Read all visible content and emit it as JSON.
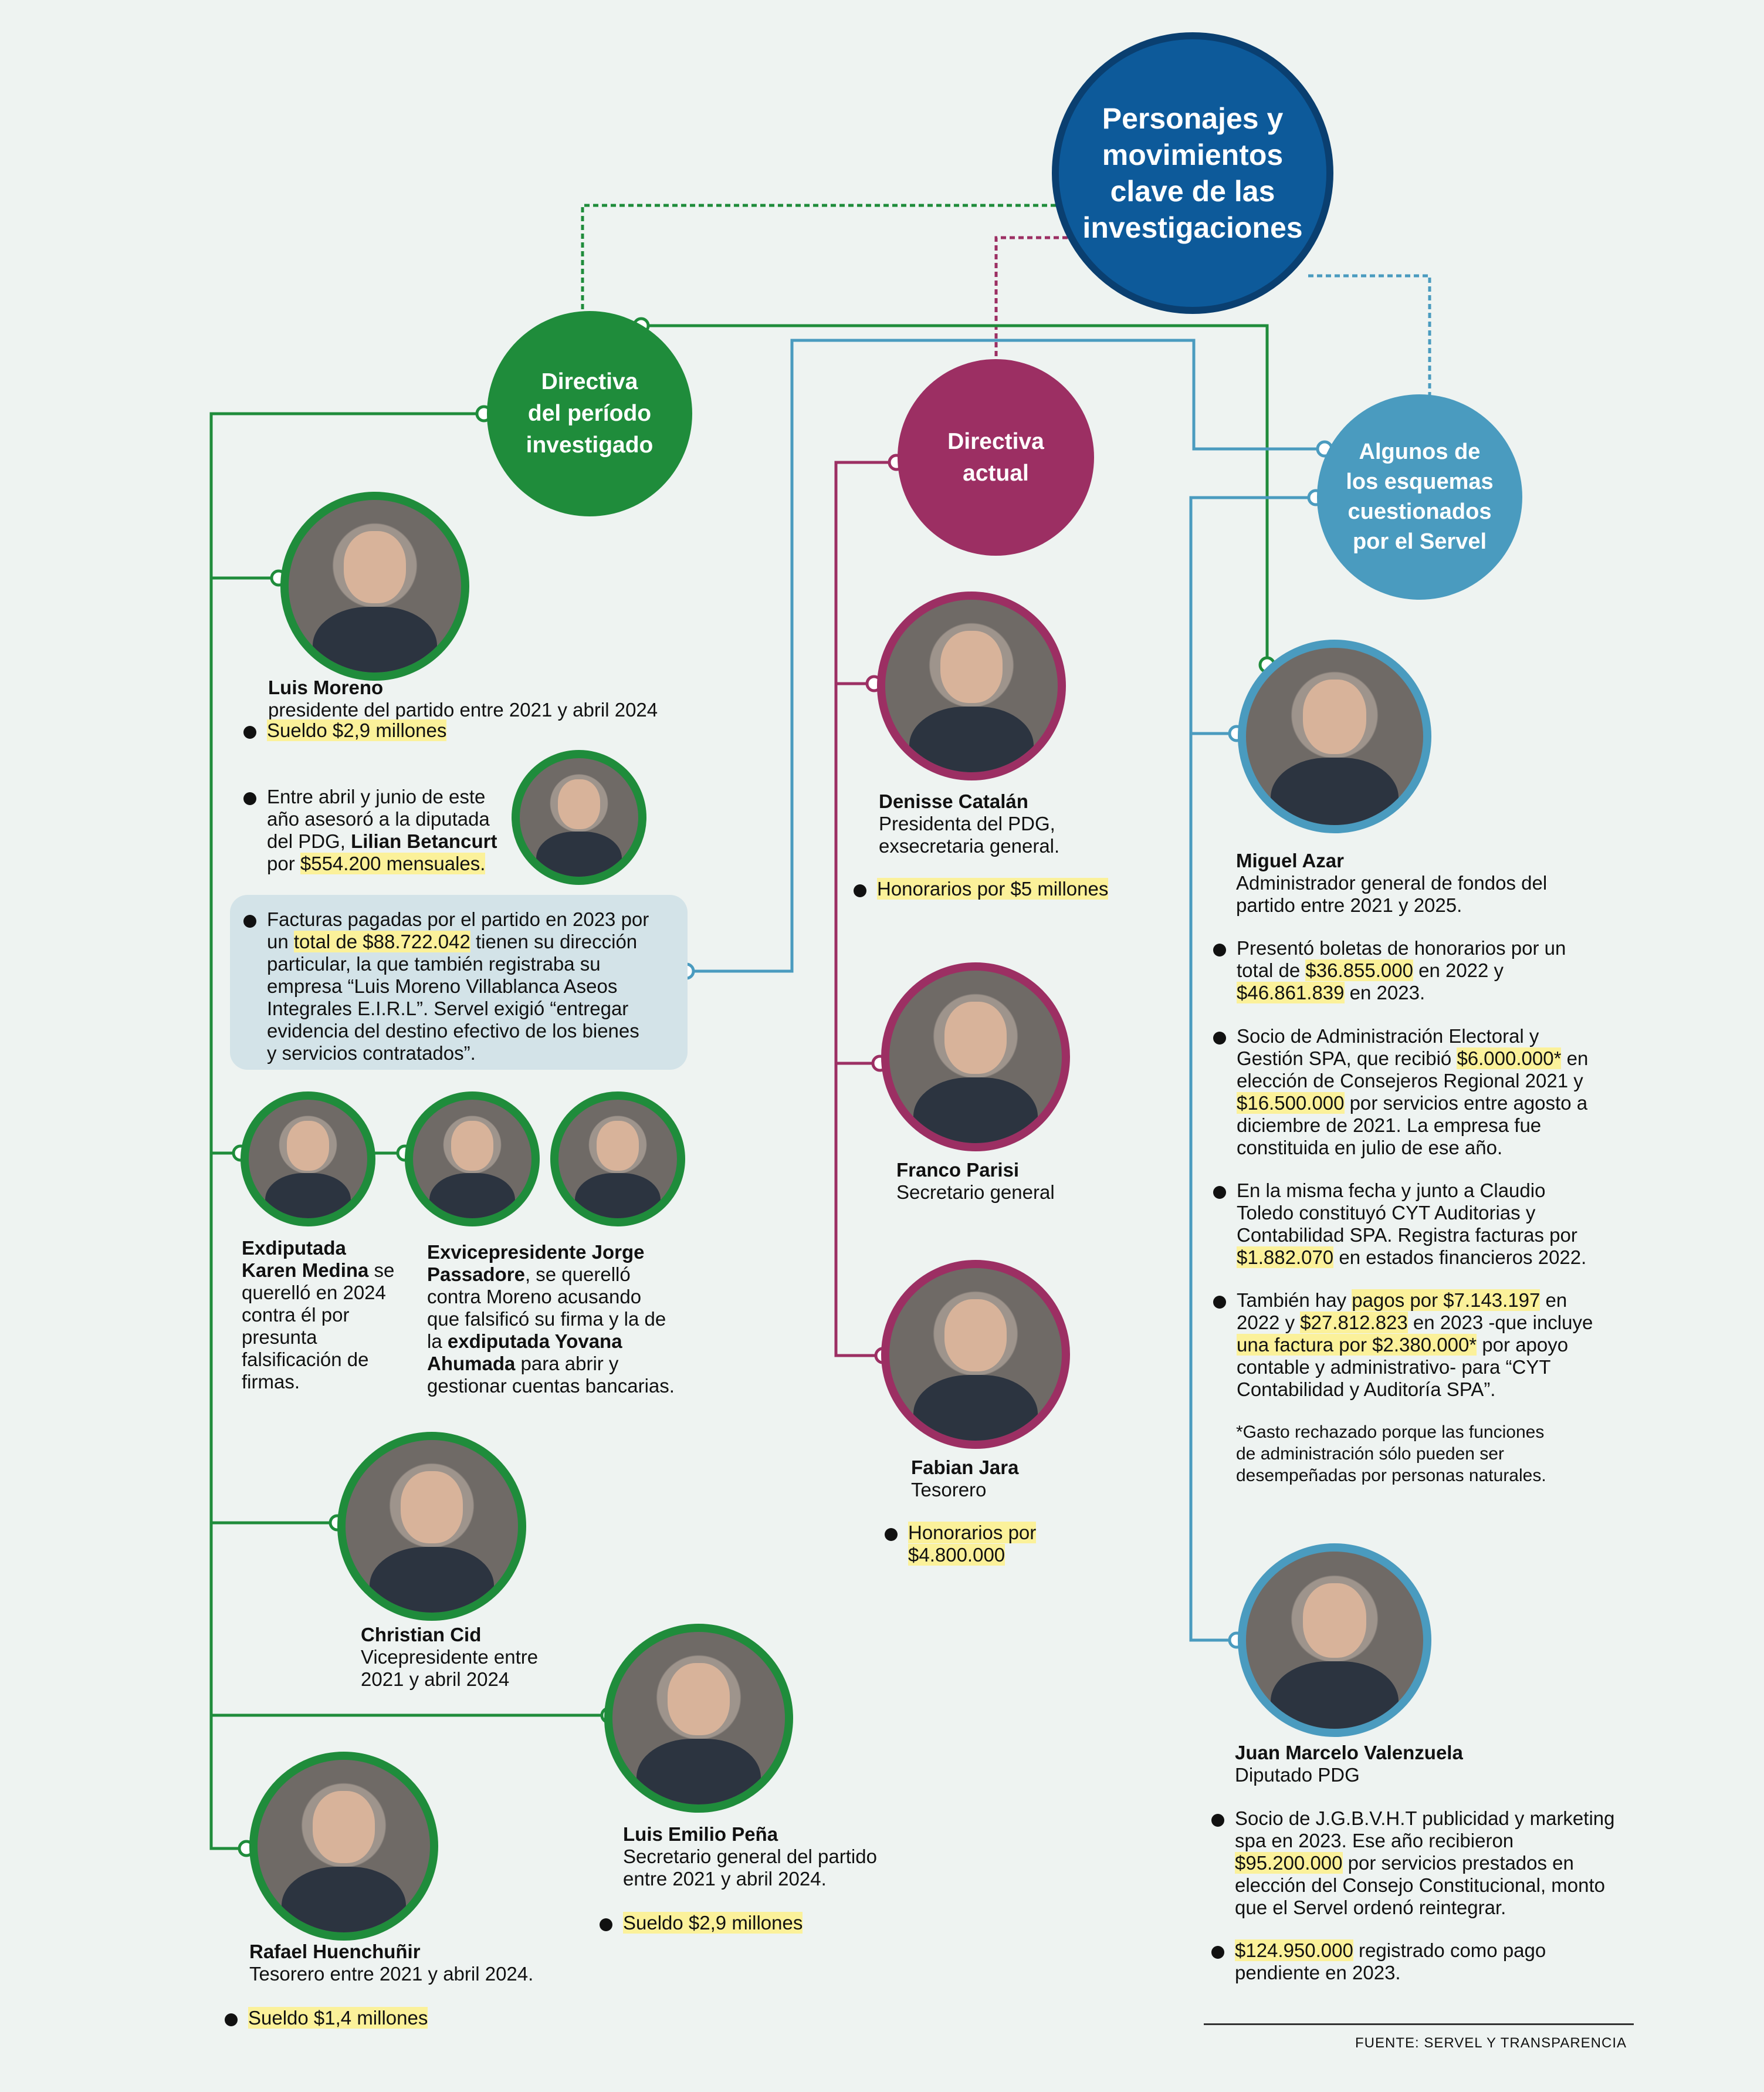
{
  "title": [
    "Personajes y",
    "movimientos",
    "clave de las",
    "investigaciones"
  ],
  "groups": {
    "period": [
      "Directiva",
      "del período",
      "investigado"
    ],
    "current": [
      "Directiva",
      "actual"
    ],
    "schemes": [
      "Algunos de",
      "los esquemas",
      "cuestionados",
      "por el Servel"
    ]
  },
  "moreno": {
    "name": "Luis Moreno",
    "role": "presidente del partido entre 2021 y abril 2024",
    "salary": "Sueldo $2,9 millones",
    "advice_l1": "Entre abril y junio de este",
    "advice_l2": "año asesoró a la diputada",
    "advice_l3a": "del PDG, ",
    "advice_l3b": "Lilian Betancurt",
    "advice_l4a": "por ",
    "advice_l4b": "$554.200  mensuales.",
    "inv_l1": "Facturas pagadas por el partido en 2023 por",
    "inv_l2a": "un ",
    "inv_l2b": "total de $88.722.042",
    "inv_l2c": " tienen su dirección",
    "inv_l3": "particular, la que también registraba su",
    "inv_l4": "empresa “Luis Moreno Villablanca Aseos",
    "inv_l5": "Integrales E.I.R.L”. Servel exigió “entregar",
    "inv_l6": "evidencia del destino efectivo de los bienes",
    "inv_l7": "y servicios contratados”."
  },
  "medina": {
    "l1": "Exdiputada",
    "l2a": "Karen Medina",
    "l2b": " se",
    "l3": "querelló en 2024",
    "l4": "contra él por",
    "l5": "presunta",
    "l6": "falsificación de",
    "l7": "firmas."
  },
  "passadore": {
    "l1": "Exvicepresidente Jorge",
    "l2a": "Passadore",
    "l2b": ", se querelló",
    "l3": "contra Moreno acusando",
    "l4": "que falsificó su firma y la de",
    "l5a": "la ",
    "l5b": "exdiputada Yovana",
    "l6a": "Ahumada",
    "l6b": " para abrir y",
    "l7": "gestionar cuentas bancarias."
  },
  "cid": {
    "name": "Christian Cid",
    "role_l1": "Vicepresidente entre",
    "role_l2": "2021 y abril 2024"
  },
  "pena": {
    "name": "Luis Emilio Peña",
    "role_l1": "Secretario general del partido",
    "role_l2": "entre 2021 y abril 2024.",
    "salary": "Sueldo $2,9 millones"
  },
  "huenchunir": {
    "name": "Rafael Huenchuñir",
    "role": "Tesorero entre 2021 y abril 2024.",
    "salary": "Sueldo $1,4 millones"
  },
  "catalan": {
    "name": "Denisse Catalán",
    "role_l1": "Presidenta del PDG,",
    "role_l2": "exsecretaria general.",
    "fee": "Honorarios por $5 millones"
  },
  "parisi": {
    "name": "Franco Parisi",
    "role": "Secretario general"
  },
  "jara": {
    "name": "Fabian Jara",
    "role": "Tesorero",
    "fee_l1": "Honorarios por",
    "fee_l2": "$4.800.000"
  },
  "azar": {
    "name": "Miguel Azar",
    "role_l1": "Administrador general de fondos del",
    "role_l2": "partido entre 2021 y  2025.",
    "b1_l1": "Presentó boletas de honorarios por un",
    "b1_l2a": "total de ",
    "b1_l2b": "$36.855.000",
    "b1_l2c": " en 2022 y",
    "b1_l3a": "$46.861.839",
    "b1_l3b": " en 2023.",
    "b2_l1": "Socio de Administración Electoral y",
    "b2_l2a": "Gestión SPA, que recibió ",
    "b2_l2b": "$6.000.000*",
    "b2_l2c": " en",
    "b2_l3": "elección de Consejeros Regional 2021 y",
    "b2_l4a": "$16.500.000",
    "b2_l4b": " por servicios entre agosto a",
    "b2_l5": "diciembre de 2021. La empresa fue",
    "b2_l6": "constituida en julio de ese año.",
    "b3_l1": "En la misma fecha y junto a  Claudio",
    "b3_l2": "Toledo constituyó CYT Auditorias y",
    "b3_l3": "Contabilidad SPA. Registra facturas por",
    "b3_l4a": "$1.882.070",
    "b3_l4b": " en estados financieros 2022.",
    "b4_l1a": "También hay ",
    "b4_l1b": "pagos por  $7.143.197",
    "b4_l1c": " en",
    "b4_l2a": "2022 y ",
    "b4_l2b": "$27.812.823",
    "b4_l2c": " en 2023 -que incluye",
    "b4_l3a": "una factura por $2.380.000*",
    "b4_l3b": " por apoyo",
    "b4_l4": "contable y administrativo- para “CYT",
    "b4_l5": "Contabilidad y Auditoría SPA”.",
    "note_l1": "*Gasto rechazado porque las funciones",
    "note_l2": "de administración sólo pueden ser",
    "note_l3": "desempeñadas por personas naturales."
  },
  "valenzuela": {
    "name": "Juan Marcelo Valenzuela",
    "role": "Diputado PDG",
    "b1_l1": "Socio de J.G.B.V.H.T publicidad y marketing",
    "b1_l2": "spa en 2023.  Ese año recibieron",
    "b1_l3a": "$95.200.000",
    "b1_l3b": " por servicios prestados en",
    "b1_l4": "elección del Consejo Constitucional, monto",
    "b1_l5": "que el Servel ordenó reintegrar.",
    "b2_l1a": " $124.950.000",
    "b2_l1b": " registrado como pago",
    "b2_l2": "pendiente en 2023."
  },
  "source": "FUENTE: SERVEL Y TRANSPARENCIA",
  "colors": {
    "navy": "#0d5a9a",
    "green": "#1f8c3b",
    "magenta": "#9c2f63",
    "blue": "#4a9bbf"
  }
}
